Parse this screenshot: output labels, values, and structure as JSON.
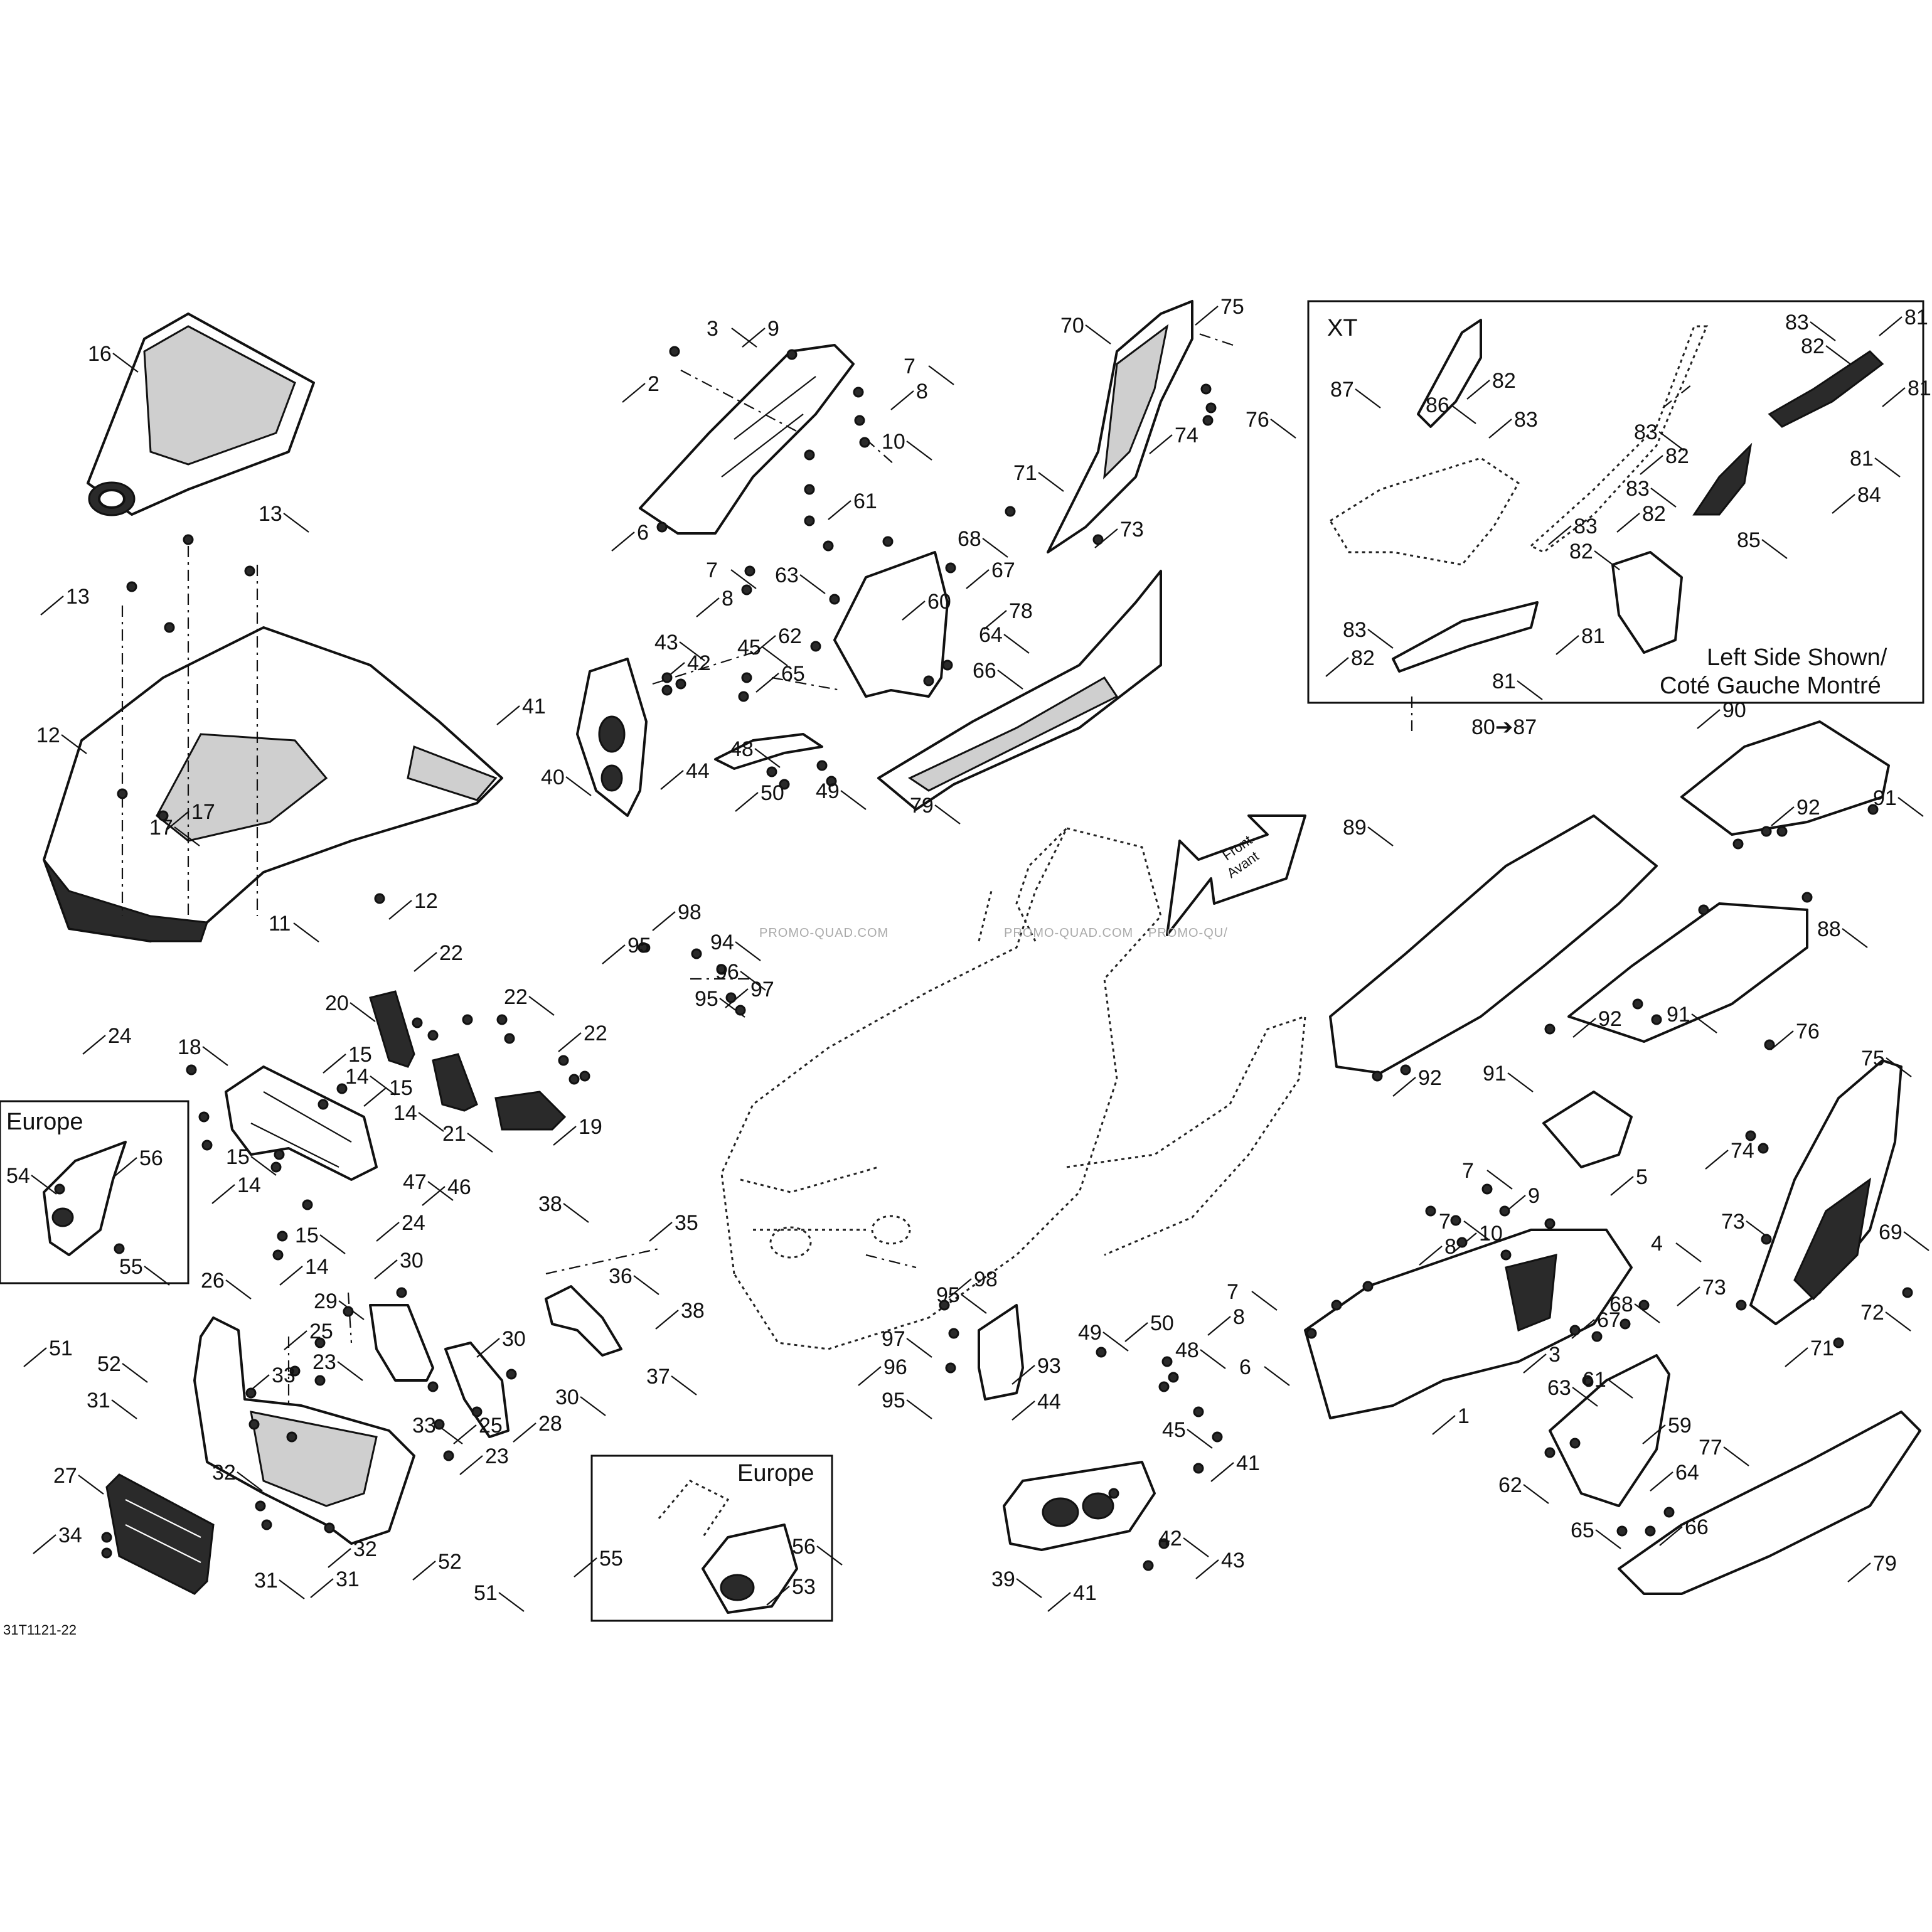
{
  "diagram": {
    "figure_id": "31T1121-22",
    "direction_arrow": {
      "line1": "Front",
      "line2": "Avant"
    },
    "watermark": "PROMO-QUAD.COM",
    "watermark_cut": "PROMO-QU/",
    "inset_xt": {
      "title": "XT",
      "note_line1": "Left Side Shown/",
      "note_line2": "Coté Gauche Montré",
      "reference": "80➔87"
    },
    "inset_europe_left": {
      "title": "Europe"
    },
    "inset_europe_bottom": {
      "title": "Europe"
    }
  }
}
